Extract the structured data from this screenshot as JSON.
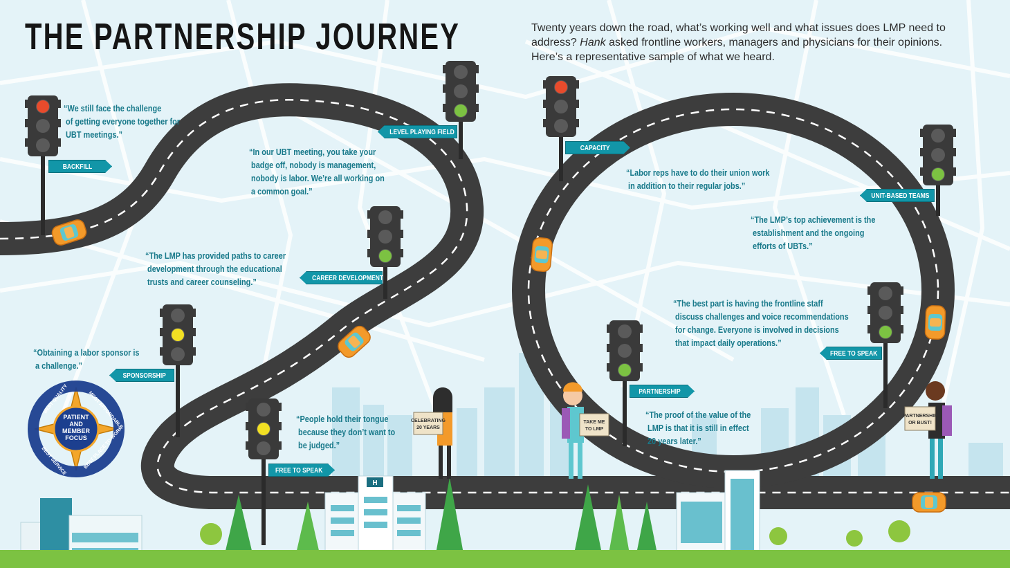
{
  "title": "THE PARTNERSHIP JOURNEY",
  "intro": {
    "part1": "Twenty years down the road, what’s working well and what issues does LMP need to address? ",
    "emph": "Hank",
    "part2": " asked frontline workers, managers and physicians for their opinions. Here’s a representative sample of what we heard."
  },
  "quotes": [
    "“We still face the challenge\n of getting everyone together for\n UBT meetings.”",
    "“In our UBT meeting, you take your\n badge off, nobody is management,\n nobody is labor. We’re all working on\n a common goal.”",
    "“The LMP has provided paths to career\n development through the educational\n trusts and career counseling.”",
    "“Obtaining a labor sponsor is\n a challenge.”",
    "“People hold their tongue\n because they don’t want to\n be judged.”",
    "“Labor reps have to do their union work\n in addition to their regular jobs.”",
    "“The LMP’s top achievement is the\n establishment and the ongoing\n efforts of UBTs.”",
    "“The best part is having the frontline staff\n discuss challenges and voice recommendations\n for change. Everyone is involved in decisions\n that impact daily operations.”",
    "“The proof of the value of the\n LMP is that it is still in effect\n 20 years later.”"
  ],
  "signs": {
    "backfill": "BACKFILL",
    "level_playing_field": "LEVEL PLAYING FIELD",
    "career_development": "CAREER DEVELOPMENT",
    "sponsorship": "SPONSORSHIP",
    "free_to_speak_1": "FREE TO SPEAK",
    "capacity": "CAPACITY",
    "unit_based_teams": "UNIT-BASED TEAMS",
    "free_to_speak_2": "FREE TO SPEAK",
    "partnership": "PARTNERSHIP"
  },
  "placards": {
    "p1_line1": "CELEBRATING",
    "p1_line2": "20 YEARS",
    "p2_line1": "TAKE ME",
    "p2_line2": "TO LMP",
    "p3_line1": "PARTNERSHIP",
    "p3_line2": "OR BUST!"
  },
  "badge": {
    "center_line1": "PATIENT",
    "center_line2": "AND",
    "center_line3": "MEMBER",
    "center_line4": "FOCUS",
    "top_left": "BEST QUALITY",
    "top_right": "MOST AFFORDABLE",
    "bottom_left": "BEST SERVICE",
    "bottom_right": "BEST PLACE TO WORK"
  },
  "hospital_sign": "H",
  "colors": {
    "road": "#4a4a4a",
    "sign": "#1296a8",
    "quote_text": "#18798a",
    "car": "#f39a2a",
    "light_red": "#e84b2c",
    "light_yellow": "#f2e023",
    "light_green": "#7cc242"
  }
}
